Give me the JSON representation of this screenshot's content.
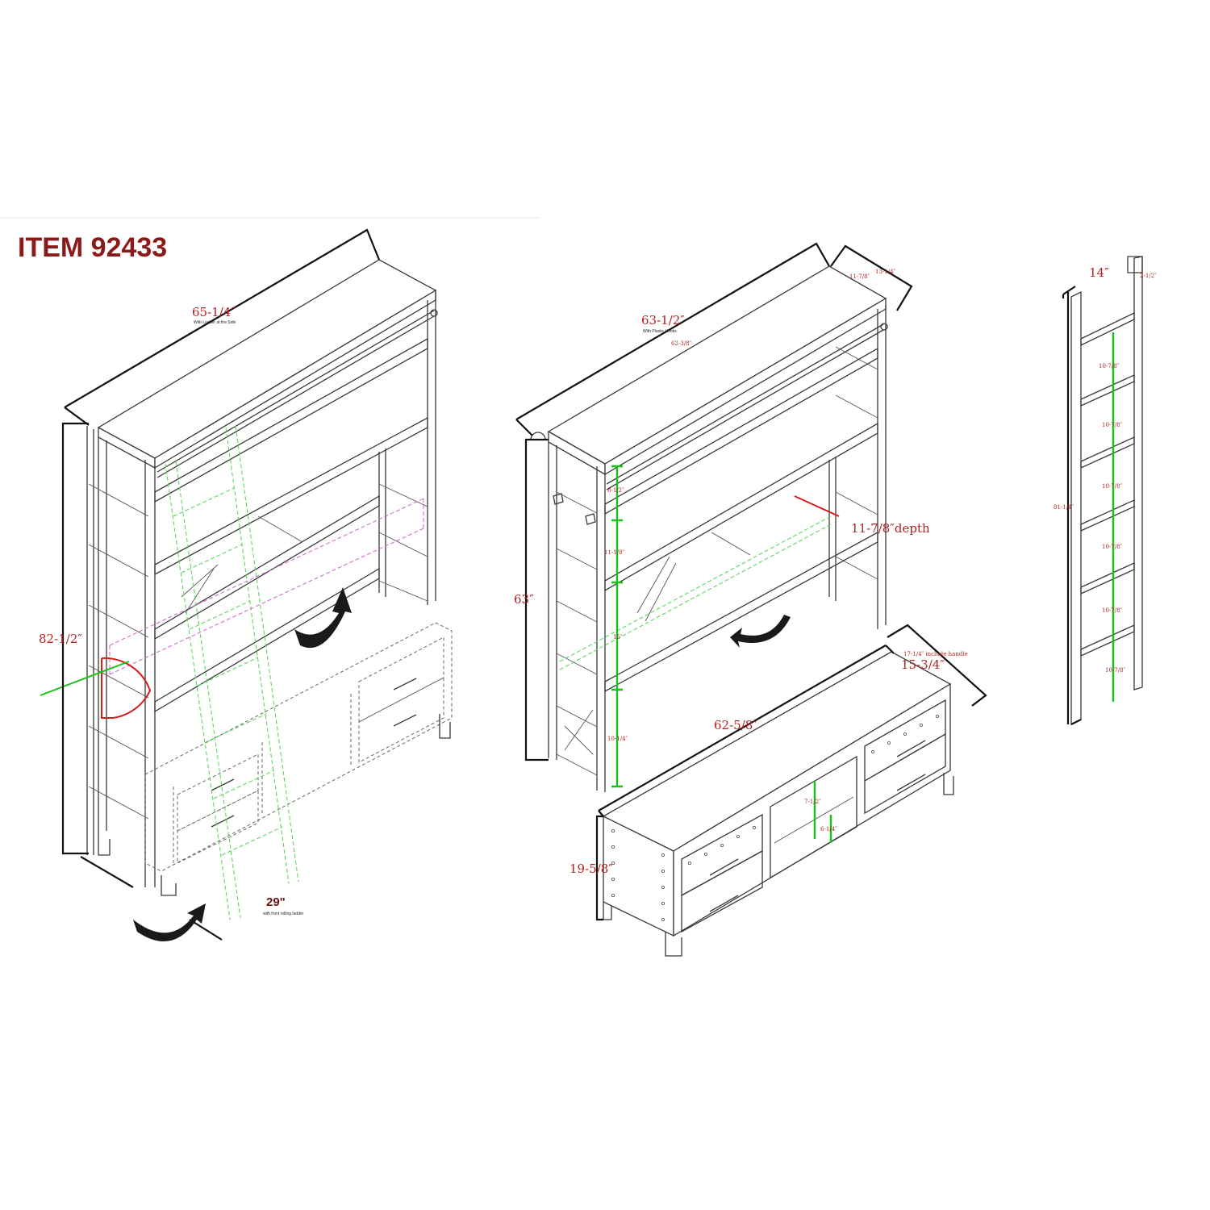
{
  "title": "ITEM 92433",
  "colors": {
    "title": "#8b1a1a",
    "dimension_text": "#b22222",
    "dimension_line": "#19c219",
    "depth_marker": "#d81b1b",
    "footprint_marker": "#cc66cc"
  },
  "view_full": {
    "width_label": "65-1/4″",
    "width_note": "With Ladder at the Side",
    "height_label": "82-1/2″",
    "ladder_depth_label": "29\"",
    "ladder_depth_note": "with front rolling ladder"
  },
  "view_hutch": {
    "width_label": "63-1/2″",
    "width_note": "With Plastic Hooks",
    "inner_width_label": "62-3/8″",
    "depth_outer_label": "13-1/4″",
    "depth_inner_label": "11-7/8″",
    "height_label": "63″",
    "depth_callout": "11-7/8″depth",
    "shelf_spacings": [
      "8-1/2″",
      "11-1/8″",
      "15″",
      "10-1/4″"
    ]
  },
  "view_console": {
    "width_label": "62-5/8″",
    "depth_label": "15-3/4″",
    "depth_handle_label": "17-1/4″ include handle",
    "height_label": "19-5/8″",
    "opening_upper_label": "7-1/2″",
    "opening_lower_label": "6-1/4″"
  },
  "view_ladder": {
    "width_label": "14″",
    "hook_label": "2-1/2″",
    "length_label": "81-1/4″",
    "rung_spacings": [
      "10-7/8″",
      "10-7/8″",
      "10-7/8″",
      "10-7/8″",
      "10-7/8″",
      "10-7/8″"
    ]
  }
}
